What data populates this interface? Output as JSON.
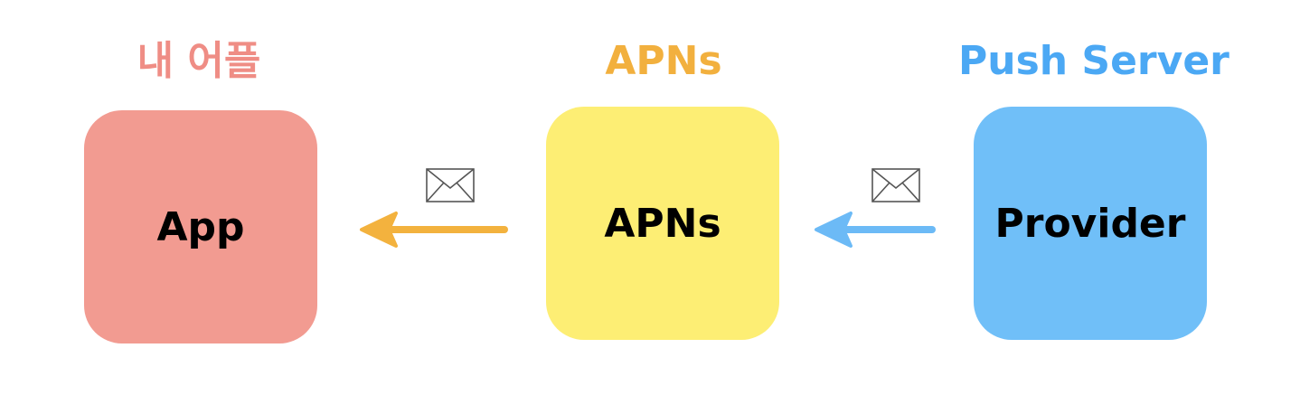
{
  "nodes": [
    {
      "id": "app",
      "heading": "내 어플",
      "label": "App",
      "heading_color": "#ef8d85",
      "fill_color": "#f29b91"
    },
    {
      "id": "apns",
      "heading": "APNs",
      "label": "APNs",
      "heading_color": "#f2b03e",
      "fill_color": "#fdee74"
    },
    {
      "id": "provider",
      "heading": "Push Server",
      "label": "Provider",
      "heading_color": "#4ba8f4",
      "fill_color": "#70bff8"
    }
  ],
  "edges": [
    {
      "from": "apns",
      "to": "app",
      "color": "#f3b23e",
      "icon": "envelope-icon"
    },
    {
      "from": "provider",
      "to": "apns",
      "color": "#6cbaf6",
      "icon": "envelope-icon"
    }
  ]
}
